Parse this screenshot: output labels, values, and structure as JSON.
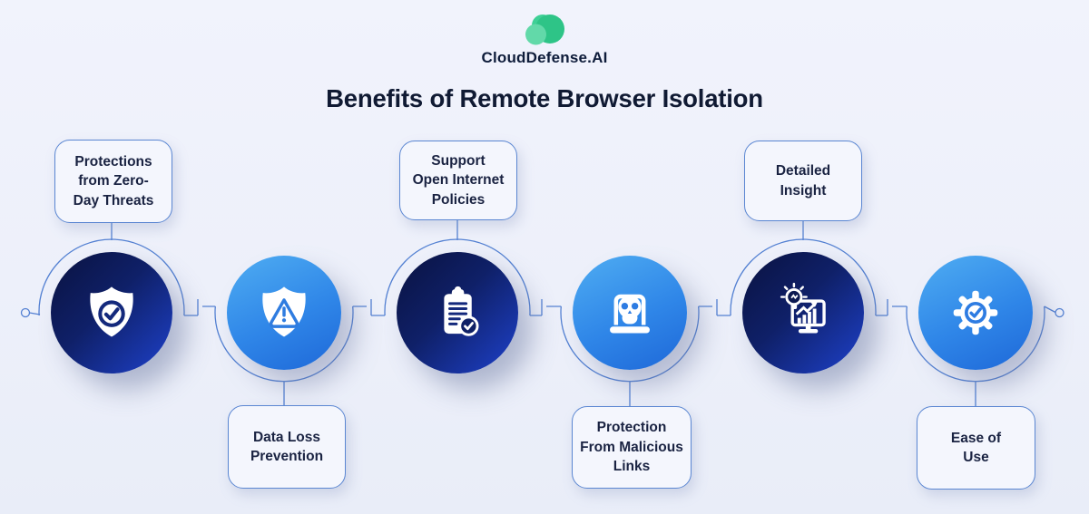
{
  "logo": {
    "brand": "CloudDefense.AI",
    "icon": "cloud-logo-icon",
    "colors": {
      "green_main": "#2ec487",
      "green_mid": "#3ed096",
      "green_light": "#62d9a9"
    }
  },
  "title": "Benefits of Remote Browser Isolation",
  "benefits": [
    {
      "id": "zero-day-threats",
      "label": "Protections\nfrom Zero-\nDay Threats",
      "icon": "shield-check-icon",
      "label_position": "above",
      "theme": "dark"
    },
    {
      "id": "data-loss-prevention",
      "label": "Data Loss\nPrevention",
      "icon": "shield-warning-icon",
      "label_position": "below",
      "theme": "light"
    },
    {
      "id": "open-internet-policies",
      "label": "Support\nOpen Internet\nPolicies",
      "icon": "clipboard-check-icon",
      "label_position": "above",
      "theme": "dark"
    },
    {
      "id": "malicious-links",
      "label": "Protection\nFrom Malicious\nLinks",
      "icon": "laptop-skull-icon",
      "label_position": "below",
      "theme": "light"
    },
    {
      "id": "detailed-insight",
      "label": "Detailed\nInsight",
      "icon": "analytics-bulb-icon",
      "label_position": "above",
      "theme": "dark"
    },
    {
      "id": "ease-of-use",
      "label": "Ease of\nUse",
      "icon": "gear-check-icon",
      "label_position": "below",
      "theme": "light"
    }
  ],
  "colors": {
    "background": "#edf0fa",
    "dark_circle_top": "#0a1240",
    "dark_circle_bottom": "#1e41cb",
    "light_circle_top": "#4fadf2",
    "light_circle_bottom": "#1e68d8",
    "connector_line": "#4b7bd0",
    "label_border": "#5a86d2",
    "label_background": "#f4f6fd",
    "text_dark_navy": "#101a33",
    "icon_accent_navy": "#14297c",
    "icon_accent_blue": "#2e7ce2"
  }
}
